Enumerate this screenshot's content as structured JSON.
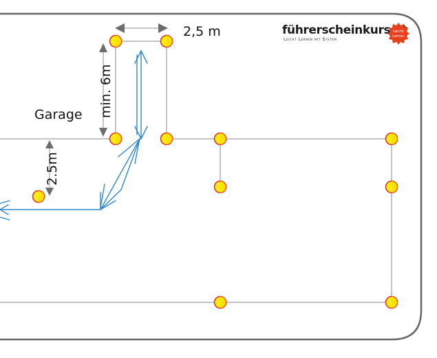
{
  "labels": {
    "garage": "Garage",
    "width_top": "2,5 m",
    "depth": "min. 6m",
    "width_side": "2.5m"
  },
  "brand": {
    "name": "führerscheinkurs.at",
    "tagline": "Leicht Lernen mit System",
    "badge_line1": "Leicht",
    "badge_line2": "Lernen"
  },
  "colors": {
    "cone_fill": "#f6ee10",
    "cone_border": "#e5331d",
    "path": "#2f86c8",
    "line": "#8a8a8a",
    "arrow": "#6d6d6d",
    "badge": "#e8401c"
  },
  "icons": [
    "traffic-cone-icon",
    "path-arrow-icon",
    "dimension-arrow-icon",
    "brand-badge-icon"
  ]
}
